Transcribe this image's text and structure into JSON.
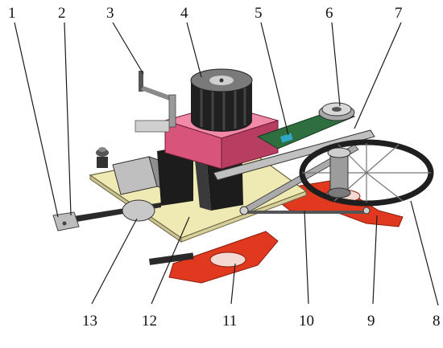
{
  "labels": {
    "l1": "1",
    "l2": "2",
    "l3": "3",
    "l4": "4",
    "l5": "5",
    "l6": "6",
    "l7": "7",
    "l8": "8",
    "l9": "9",
    "l10": "10",
    "l11": "11",
    "l12": "12",
    "l13": "13"
  },
  "colors": {
    "plate": "#efe9b4",
    "motor_housing": "#d9547a",
    "motor": "#202020",
    "bracket": "#1c1c1c",
    "belt_arm": "#2f6e3e",
    "red_blade": "#e0391f",
    "metal": "#b9b9b9",
    "wheel": "#2a2a2a"
  },
  "icons": {
    "crank": "crank-handle-icon",
    "motor": "motor-icon",
    "pulley": "pulley-icon"
  }
}
